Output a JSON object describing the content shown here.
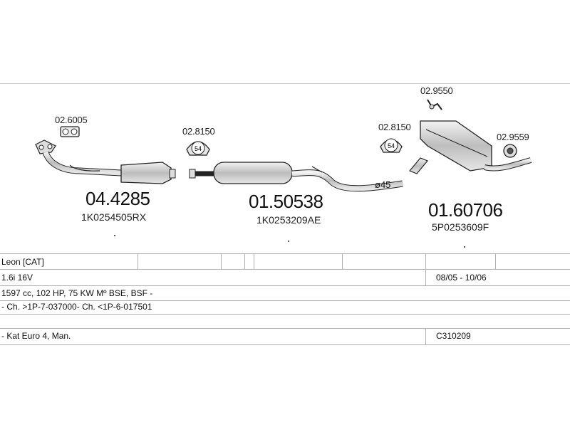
{
  "diagram": {
    "small_codes": [
      "02.6005",
      "02.8150",
      "02.8150",
      "02.9550",
      "02.9559"
    ],
    "parts": [
      {
        "number": "04.4285",
        "oem": "1K0254505RX"
      },
      {
        "number": "01.50538",
        "oem": "1K0253209AE"
      },
      {
        "number": "01.60706",
        "oem": "5P0253609F"
      }
    ],
    "pipe_label": "ø45",
    "clamp_label": "54"
  },
  "table": {
    "model": "Leon  [CAT]",
    "engine": "1.6i 16V",
    "years": "08/05 - 10/06",
    "spec": "1597 cc, 102 HP, 75 KW Mº BSE, BSF -",
    "chassis": "- Ch. >1P-7-037000- Ch. <1P-6-017501",
    "notes": "- Kat Euro 4, Man.",
    "ref": "C310209"
  },
  "colors": {
    "line": "#b0b0b0",
    "part": "#cfcfcf",
    "outline": "#222222"
  }
}
